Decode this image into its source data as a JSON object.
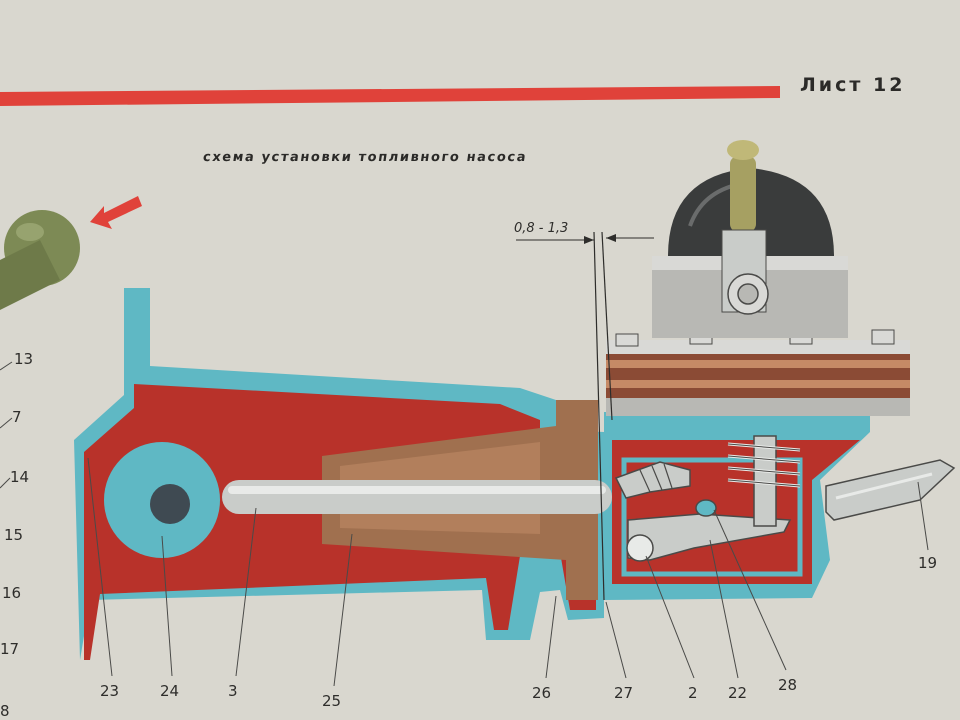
{
  "sheet_label": "Лист 12",
  "title": "схема установки топливного насоса",
  "dimension": "0,8 - 1,3",
  "labels": {
    "l13": "13",
    "l7": "7",
    "l14": "14",
    "l15": "15",
    "l16": "16",
    "l17": "17",
    "l8": "8",
    "l23": "23",
    "l24": "24",
    "l3": "3",
    "l25": "25",
    "l26": "26",
    "l27": "27",
    "l2": "2",
    "l22": "22",
    "l28": "28",
    "l19": "19"
  },
  "colors": {
    "paper": "#d9d7cf",
    "stripe": "#e0423a",
    "housing_red": "#b8322a",
    "coolant_blue": "#5fb8c4",
    "pusher_brown": "#a0704f",
    "rod_grey": "#c9ccc9",
    "pump_body": "#b8b8b4",
    "cap_dark": "#3a3c3c",
    "knob_green": "#7d8a55"
  },
  "icons": {
    "arrow": "arrow-left-icon"
  }
}
